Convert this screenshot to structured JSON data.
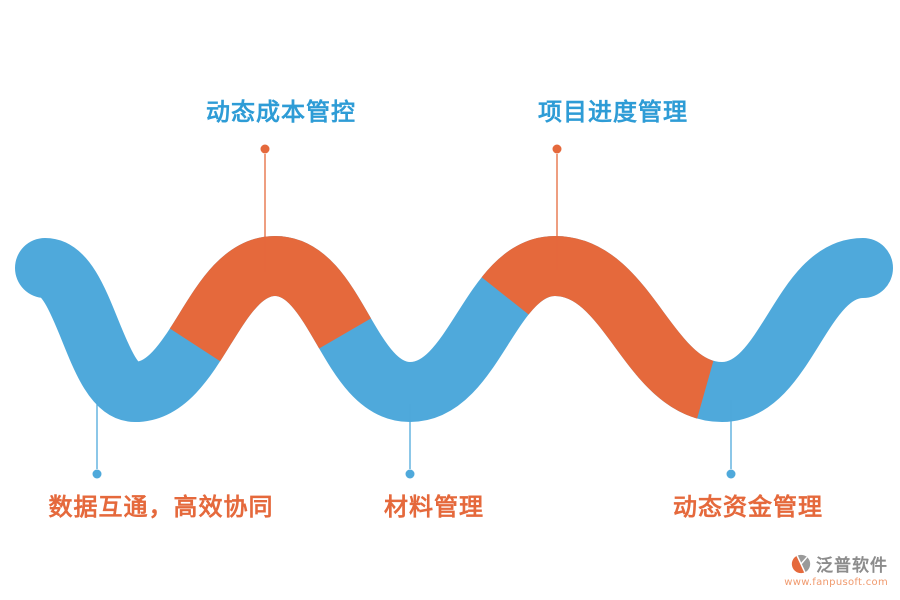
{
  "colors": {
    "wave_blue": "#4FA9DB",
    "wave_orange": "#E5693C",
    "label_blue": "#2E9CD6",
    "label_orange": "#E5693C",
    "logo_gray": "#8C8C8C",
    "logo_url_orange": "#F09A6E"
  },
  "labels": {
    "top": [
      {
        "text": "动态成本管控"
      },
      {
        "text": "项目进度管理"
      }
    ],
    "bottom": [
      {
        "text": "数据互通，高效协同"
      },
      {
        "text": "材料管理"
      },
      {
        "text": "动态资金管理"
      }
    ]
  },
  "logo": {
    "name": "泛普软件",
    "url": "www.fanpusoft.com"
  }
}
